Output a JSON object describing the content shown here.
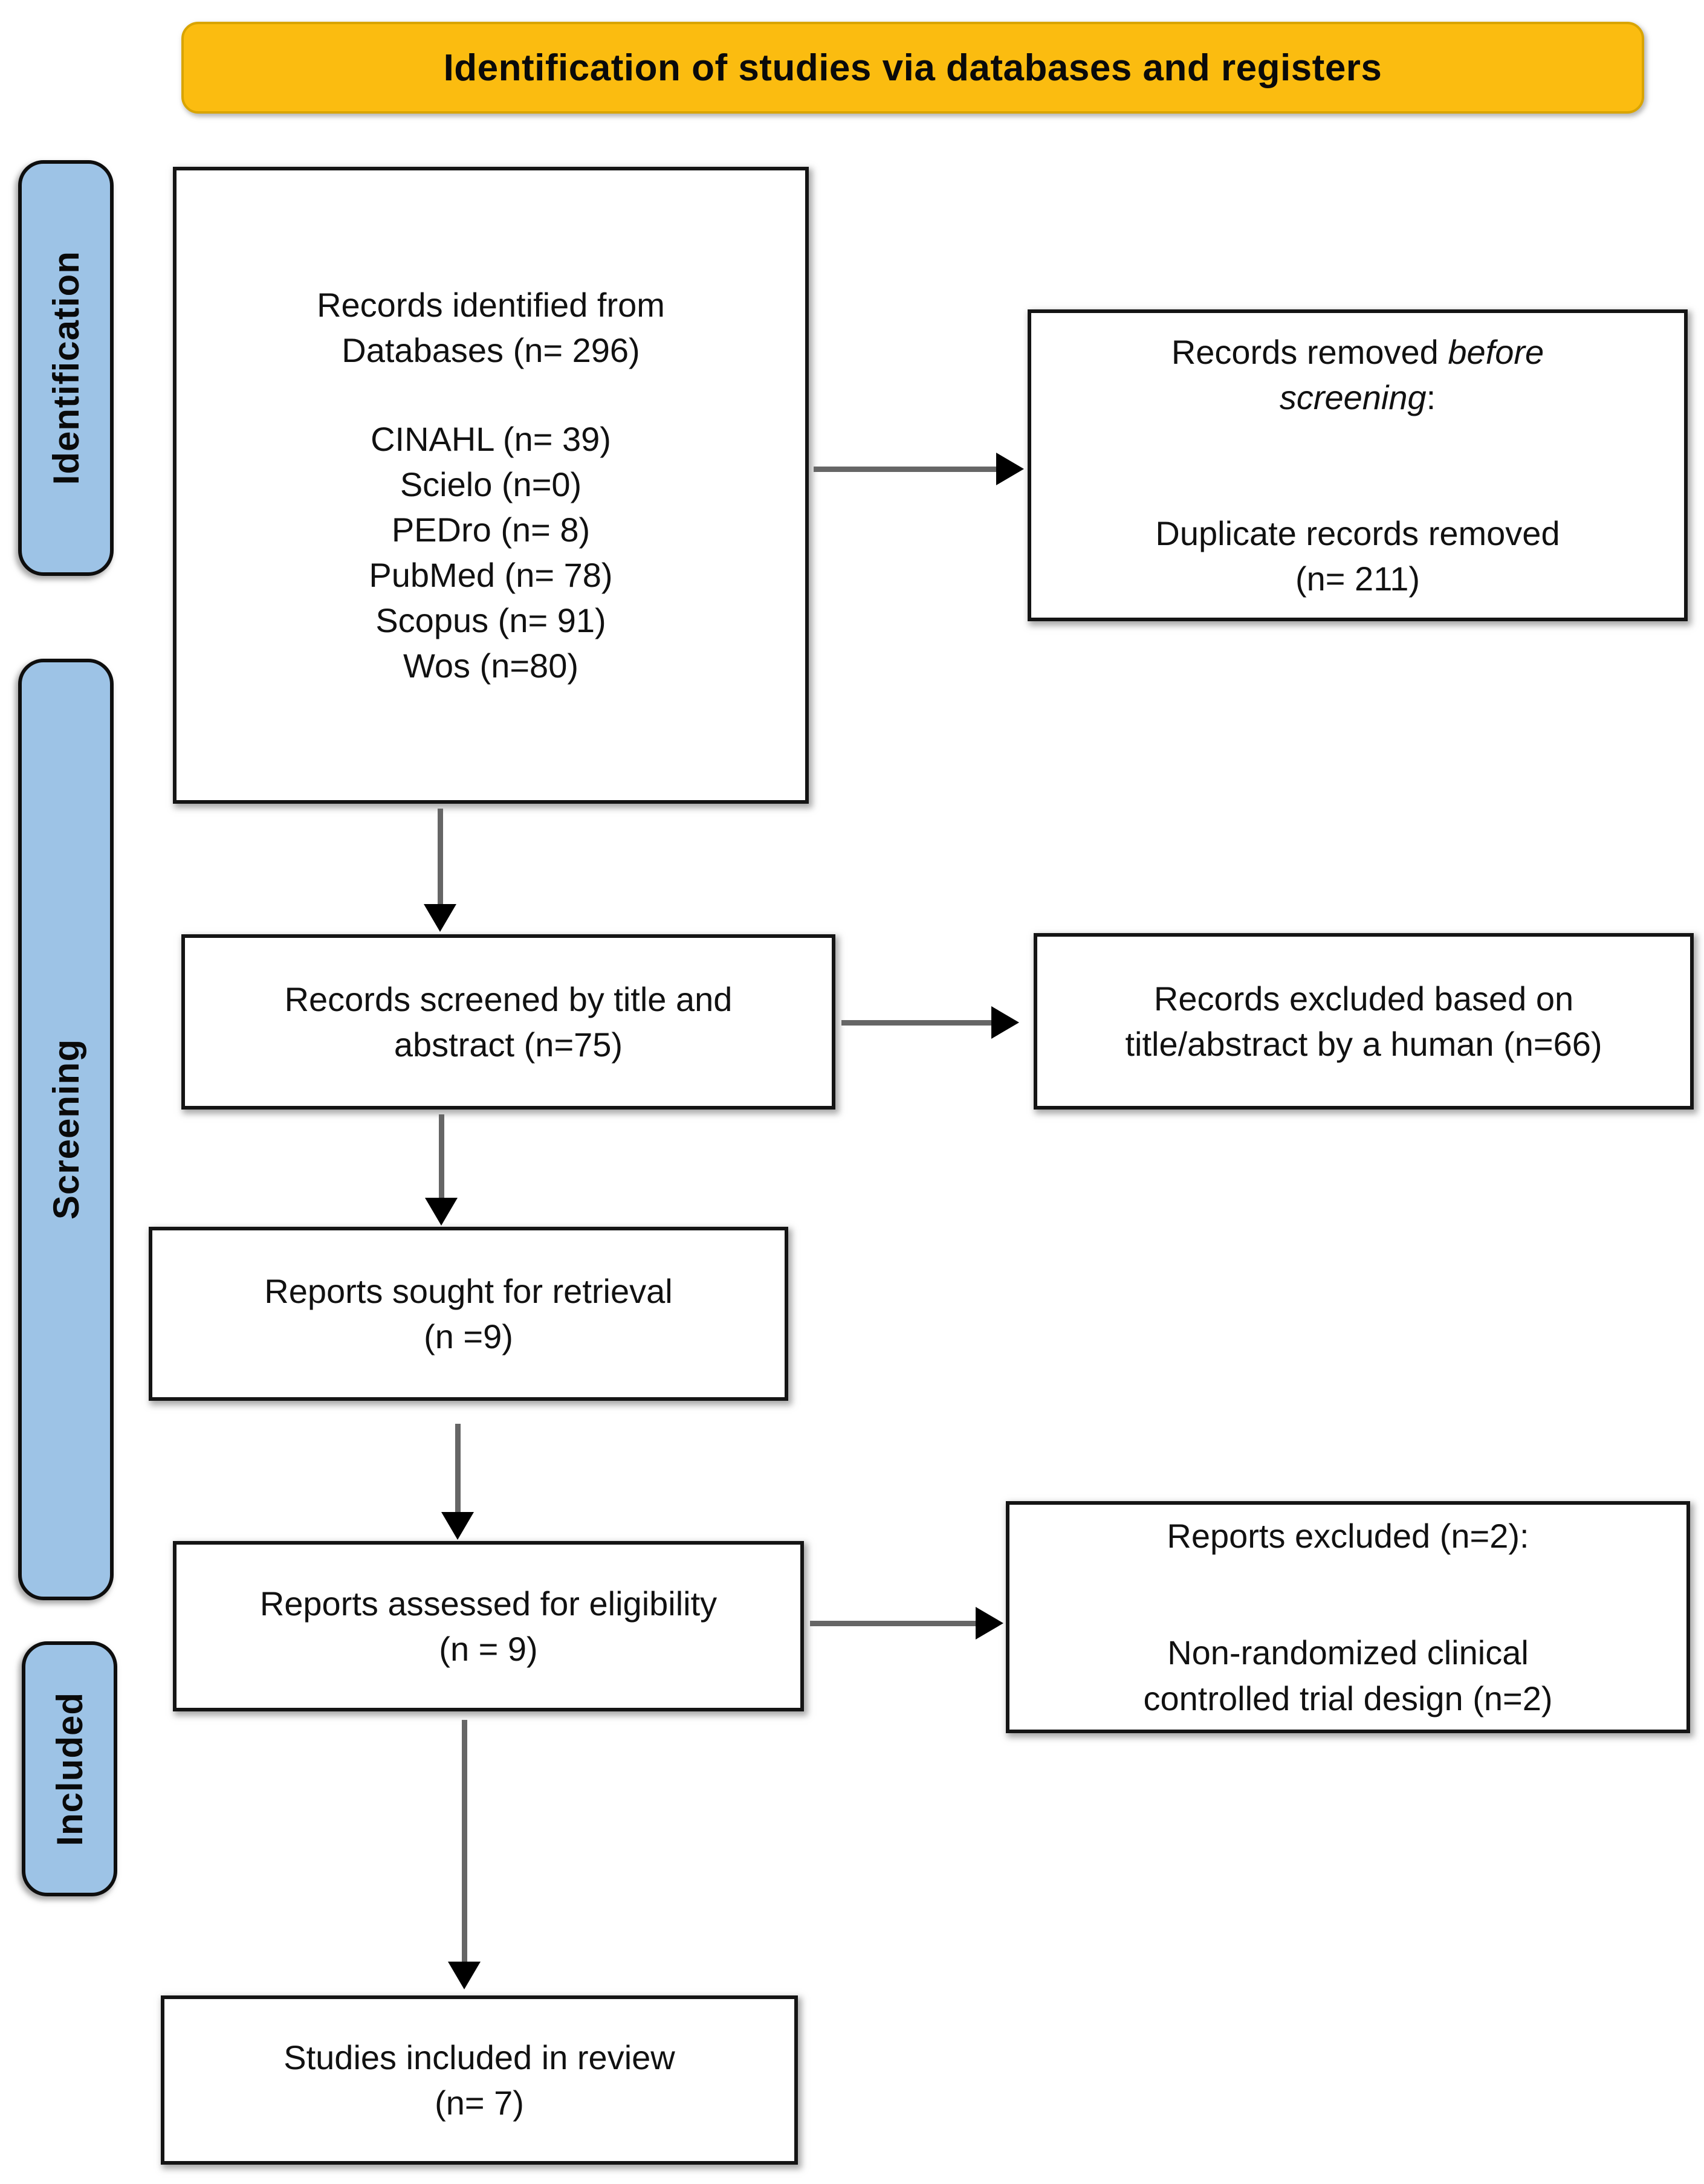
{
  "banner": {
    "title": "Identification of studies via databases and registers",
    "bg_color": "#FBBC10"
  },
  "sidebar": {
    "bg_color": "#9DC3E6",
    "stages": [
      {
        "label": "Identification"
      },
      {
        "label": "Screening"
      },
      {
        "label": "Included"
      }
    ]
  },
  "boxes": {
    "identified": {
      "header": [
        "Records identified from",
        "Databases (n= 296)"
      ],
      "databases": [
        "CINAHL (n= 39)",
        "Scielo (n=0)",
        "PEDro (n= 8)",
        "PubMed (n= 78)",
        "Scopus (n= 91)",
        "Wos (n=80)"
      ]
    },
    "removed": {
      "line1_normal": "Records removed",
      "line1_italic": "before",
      "line2_italic": "screening",
      "line2_colon": ":",
      "body": [
        "Duplicate records removed",
        "(n= 211)"
      ]
    },
    "screened": {
      "lines": [
        "Records screened by title and",
        "abstract (n=75)"
      ]
    },
    "excluded_screening": {
      "lines": [
        "Records excluded based on",
        "title/abstract by a human (n=66)"
      ]
    },
    "sought": {
      "lines": [
        "Reports sought for retrieval",
        "(n =9)"
      ]
    },
    "assessed": {
      "lines": [
        "Reports assessed for eligibility",
        "(n = 9)"
      ]
    },
    "reports_excluded": {
      "heading": "Reports excluded (n=2):",
      "body": [
        "Non-randomized clinical",
        "controlled trial design (n=2)"
      ]
    },
    "included": {
      "lines": [
        "Studies included in review",
        "(n= 7)"
      ]
    }
  },
  "colors": {
    "box_border": "#141414",
    "arrow_shaft": "#666666",
    "arrow_head": "#000000"
  }
}
